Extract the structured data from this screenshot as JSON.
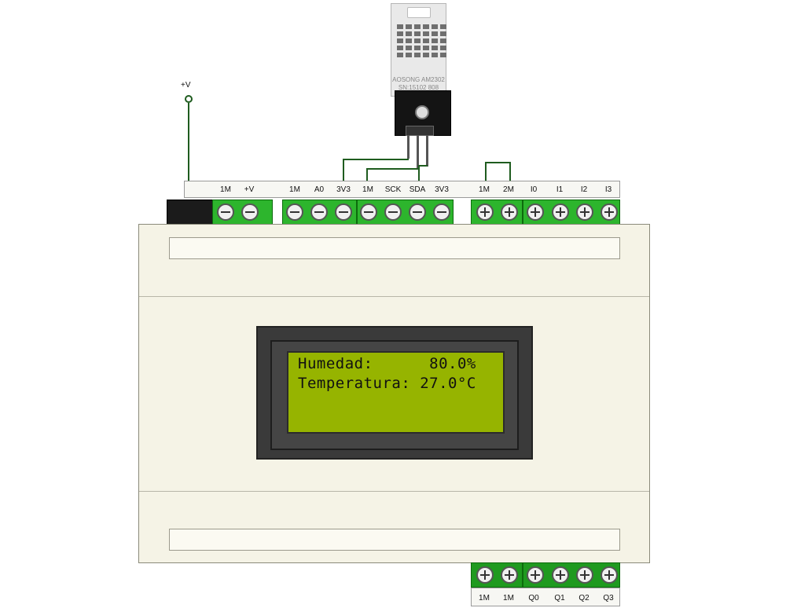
{
  "power": {
    "label": "+V"
  },
  "top_terminals": {
    "group1": [
      "1M",
      "+V"
    ],
    "group2": [
      "1M",
      "A0",
      "3V3",
      "1M",
      "SCK",
      "SDA",
      "3V3"
    ],
    "group3": [
      "1M",
      "2M",
      "I0",
      "I1",
      "I2",
      "I3"
    ]
  },
  "bottom_terminals": [
    "1M",
    "1M",
    "Q0",
    "Q1",
    "Q2",
    "Q3"
  ],
  "sensor": {
    "line1": "AOSONG AM2302",
    "line2": "SN:15102 808"
  },
  "lcd": {
    "row1": "Humedad:      80.0%",
    "row2": "Temperatura: 27.0°C"
  },
  "colors": {
    "terminal_green": "#2db52d",
    "lcd_green": "#96b400",
    "wire": "#1f5c1f",
    "case": "#f5f3e6"
  }
}
